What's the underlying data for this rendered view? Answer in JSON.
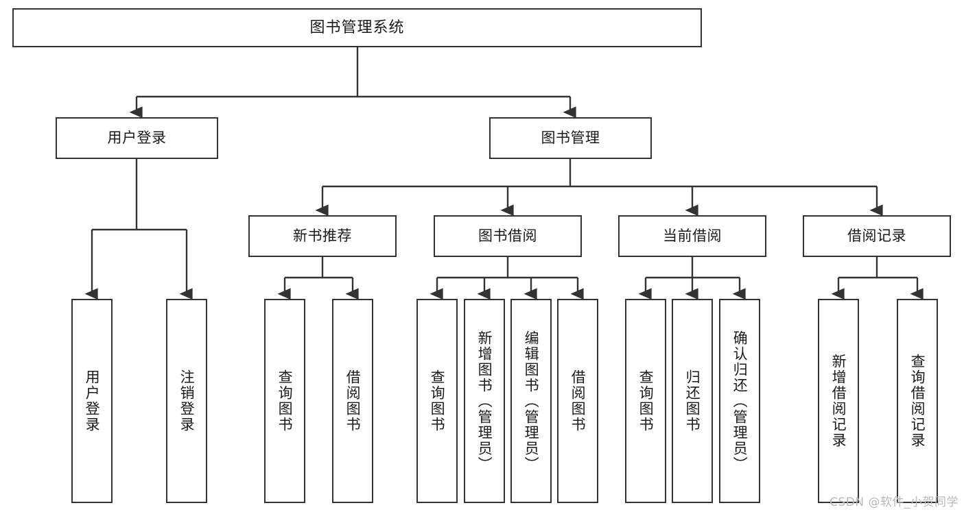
{
  "diagram": {
    "title": "图书管理系统",
    "watermark": "CSDN @软件_小贺同学",
    "colors": {
      "box_border": "#333333",
      "box_fill": "#ffffff",
      "edge": "#333333",
      "text": "#1a1a1a",
      "watermark": "#b9b9b9",
      "background": "#ffffff"
    },
    "nodes": {
      "root": "图书管理系统",
      "level2": {
        "user_login": "用户登录",
        "book_manage": "图书管理"
      },
      "level3": {
        "new_book_rec": "新书推荐",
        "book_borrow": "图书借阅",
        "current_borrow": "当前借阅",
        "borrow_record": "借阅记录"
      },
      "leaves": {
        "user_login_1": "用户登录",
        "user_login_2": "注销登录",
        "new_book_rec_1": "查询图书",
        "new_book_rec_2": "借阅图书",
        "book_borrow_1": "查询图书",
        "book_borrow_2": "新增图书（管理员）",
        "book_borrow_3": "编辑图书（管理员）",
        "book_borrow_4": "借阅图书",
        "current_borrow_1": "查询图书",
        "current_borrow_2": "归还图书",
        "current_borrow_3": "确认归还（管理员）",
        "borrow_record_1": "新增借阅记录",
        "borrow_record_2": "查询借阅记录"
      }
    }
  }
}
